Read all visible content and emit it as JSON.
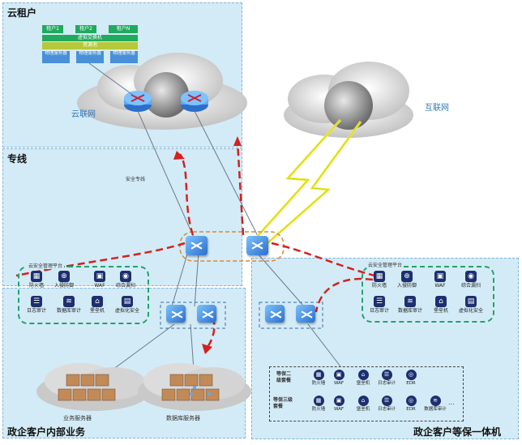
{
  "zones": {
    "cloud_tenant": "云租户",
    "dedicated": "专线",
    "internal": "政企客户内部业务",
    "dengbao": "政企客户等保一体机"
  },
  "clouds": {
    "cloud_net": "云联网",
    "internet": "互联网"
  },
  "tenants": [
    "租户1",
    "租户2",
    "租户N"
  ],
  "tenant_bars": {
    "switch": "虚拟交换机",
    "pool": "资源池"
  },
  "physical_server": "物理服务器",
  "dedicated_line_label": "安全专线",
  "security_platform": {
    "title": "云安全管理平台",
    "tools": [
      "防火墙",
      "入侵防御",
      "WAF",
      "综合漏扫",
      "日志审计",
      "数据库审计",
      "堡垒机",
      "虚拟化安全"
    ],
    "tools_short_left": [
      "防火墙",
      "入侵防御",
      "WAF",
      "综合漏扫"
    ]
  },
  "servers": {
    "business": "业务服务器",
    "database": "数据库服务器"
  },
  "packages": {
    "level2": "等保二级套餐",
    "level3": "等保三级套餐",
    "level2_items": [
      "防火墙",
      "WAF",
      "堡垒机",
      "日志审计",
      "EDR"
    ],
    "level3_items": [
      "防火墙",
      "WAF",
      "堡垒机",
      "日志审计",
      "EDR",
      "数据库审计",
      "..."
    ]
  },
  "colors": {
    "zone_bg": "#d3ebf6",
    "arrow_red": "#d42020",
    "panel_green": "#21a36b",
    "lightning": "#f1f03a"
  }
}
